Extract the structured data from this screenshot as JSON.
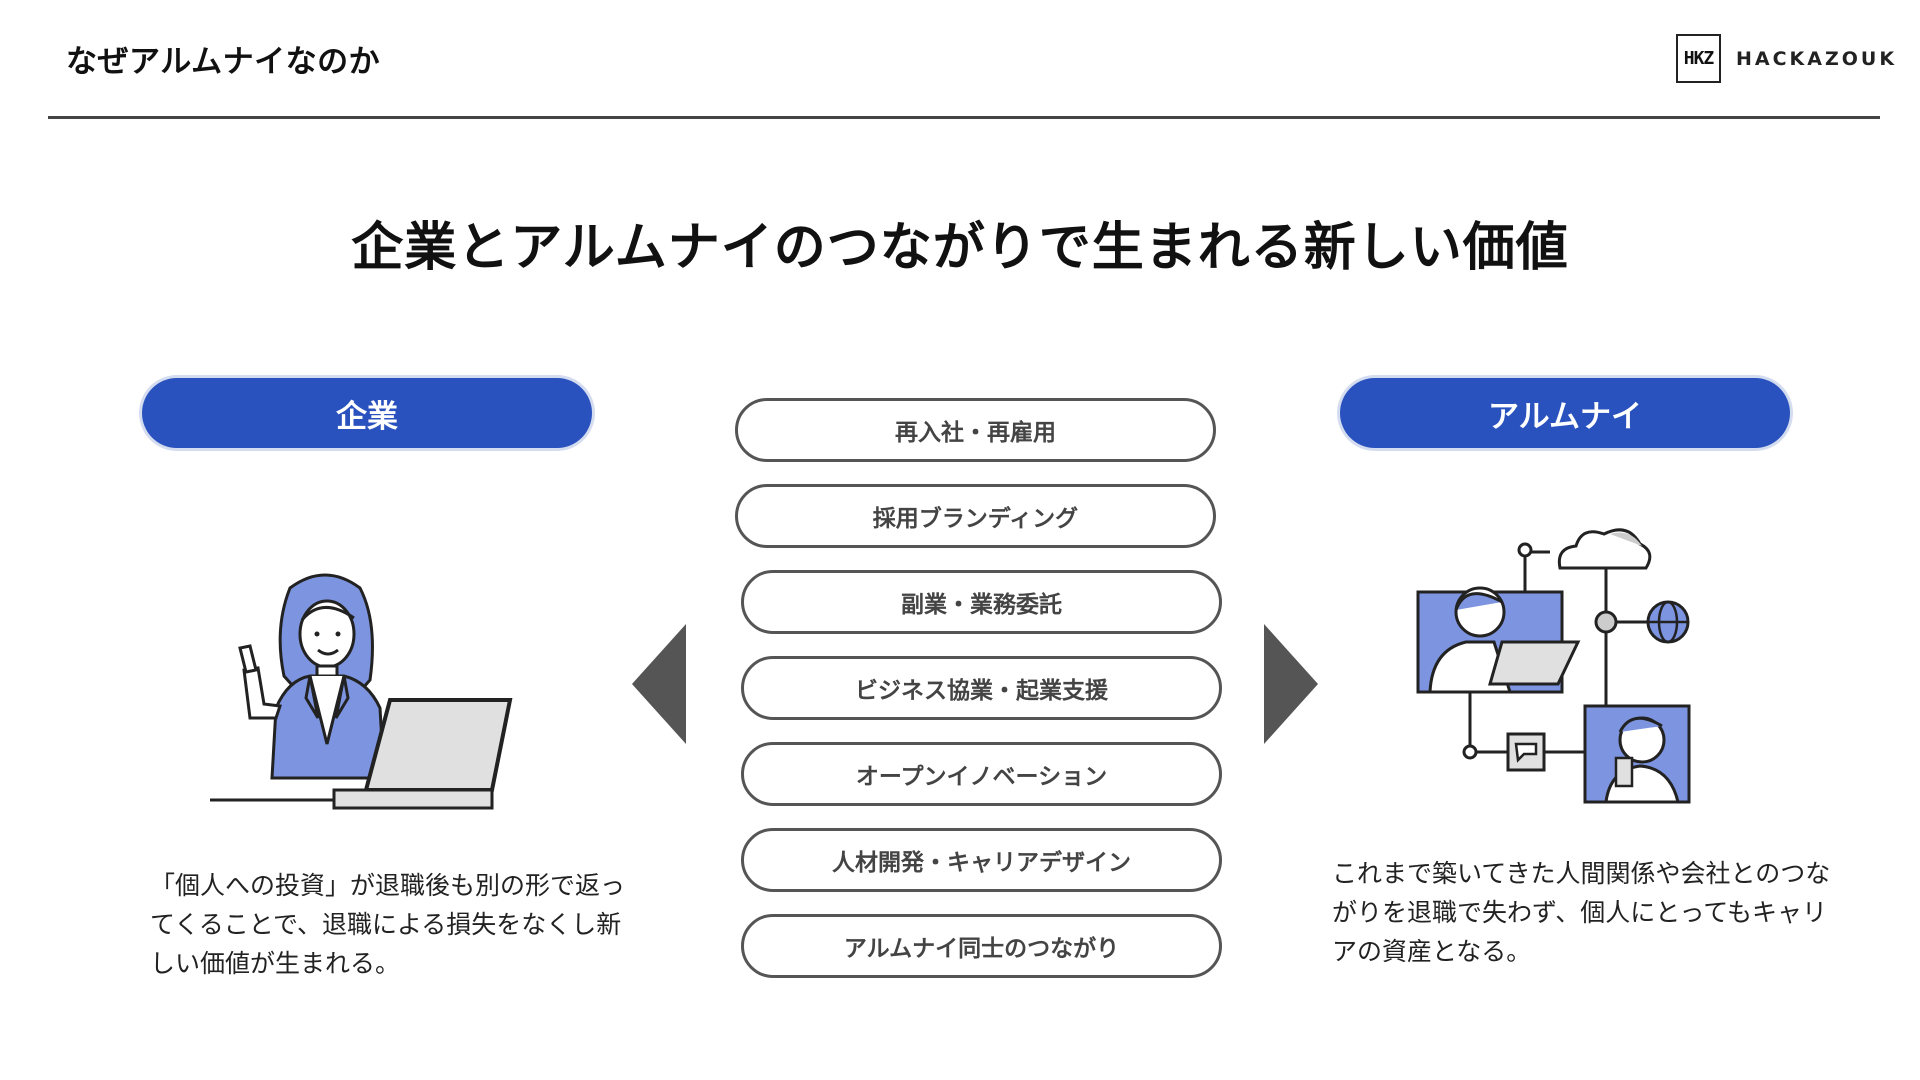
{
  "header": {
    "title": "なぜアルムナイなのか"
  },
  "brand": {
    "mark": "HKZ",
    "name": "HACKAZOUK"
  },
  "main": {
    "title": "企業とアルムナイのつながりで生まれる新しい価値"
  },
  "company": {
    "label": "企業",
    "description": "「個人への投資」が退職後も別の形で返ってくることで、退職による損失をなくし新しい価値が生まれる。"
  },
  "alumni": {
    "label": "アルムナイ",
    "description": "これまで築いてきた人間関係や会社とのつながりを退職で失わず、個人にとってもキャリアの資産となる。"
  },
  "values": [
    "再入社・再雇用",
    "採用ブランディング",
    "副業・業務委託",
    "ビジネス協業・起業支援",
    "オープンイノベーション",
    "人材開発・キャリアデザイン",
    "アルムナイ同士のつながり"
  ],
  "colors": {
    "accent": "#2a52be",
    "illustration_blue": "#7d95e0",
    "arrow": "#555555"
  }
}
